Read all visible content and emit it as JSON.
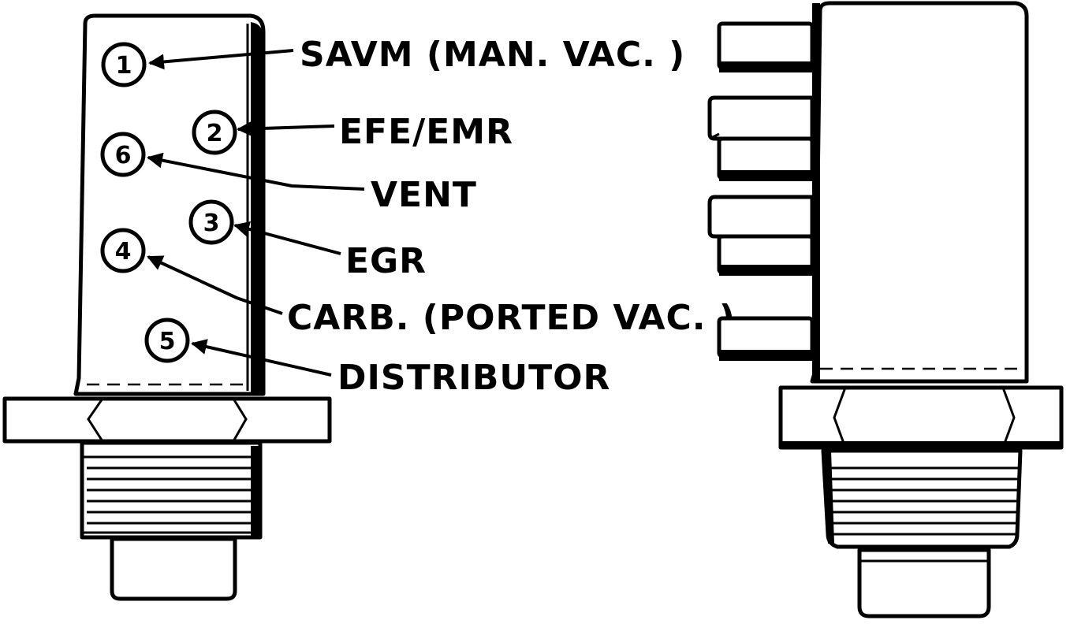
{
  "colors": {
    "ink": "#000000",
    "paper": "#ffffff"
  },
  "ports": [
    {
      "number": "1",
      "label": "SAVM (MAN. VAC. )"
    },
    {
      "number": "2",
      "label": "EFE/EMR"
    },
    {
      "number": "6",
      "label": "VENT"
    },
    {
      "number": "3",
      "label": "EGR"
    },
    {
      "number": "4",
      "label": "CARB. (PORTED VAC. )"
    },
    {
      "number": "5",
      "label": "DISTRIBUTOR"
    }
  ]
}
